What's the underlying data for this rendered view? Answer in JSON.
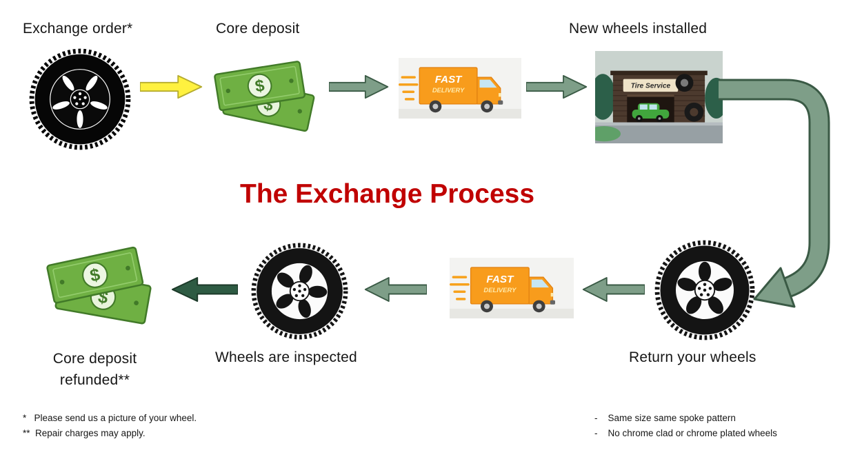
{
  "title": "The Exchange Process",
  "steps": {
    "exchange_order": "Exchange order*",
    "core_deposit": "Core deposit",
    "new_wheels_installed": "New wheels installed",
    "return_your_wheels": "Return your wheels",
    "wheels_are_inspected": "Wheels are inspected",
    "core_deposit_refunded": {
      "line1": "Core deposit",
      "line2": "refunded**"
    }
  },
  "truck": {
    "line1": "FAST",
    "line2": "DELIVERY"
  },
  "shop": {
    "sign": "Tire Service"
  },
  "money": {
    "symbol": "$"
  },
  "footnotes": {
    "left": [
      "*   Please send us a picture of your wheel.",
      "**  Repair charges may apply."
    ],
    "right": [
      "-    Same size same spoke pattern",
      "-    No chrome clad or chrome plated wheels"
    ]
  },
  "icons": {
    "wheel_black": "black-wheel-icon",
    "wheel_light": "alloy-wheel-icon",
    "money": "dollar-bills-icon",
    "truck": "fast-delivery-truck-icon",
    "shop": "tire-service-shop-icon",
    "arrow_yellow": "yellow-right-arrow-icon",
    "arrow_green": "green-arrow-icon",
    "arrow_dark_green": "dark-green-arrow-icon",
    "arrow_curved": "curved-down-arrow-icon"
  },
  "colors": {
    "title": "#C00000",
    "arrow_yellow_fill": "#FFF13F",
    "arrow_green_fill": "#7E9E88",
    "arrow_dark_green_fill": "#2E5B43",
    "money_green": "#6FB043",
    "truck_orange": "#F89C1C"
  }
}
